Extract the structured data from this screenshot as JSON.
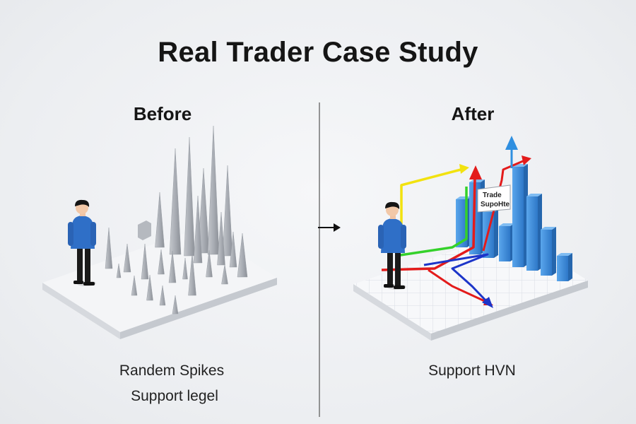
{
  "title": "Real Trader Case Study",
  "before": {
    "heading": "Before",
    "captions": [
      "Randem Spikes",
      "Support legel"
    ]
  },
  "after": {
    "heading": "After",
    "captions": [
      "Support HVN"
    ],
    "label_lines": [
      "Trade",
      "SupoHte"
    ]
  },
  "colors": {
    "spike": "#a9adb4",
    "bar": "#3f8fdc",
    "shirt": "#2f6fc7",
    "arrow_yellow": "#f2e20f",
    "arrow_green": "#34d12a",
    "arrow_red": "#e31b1b",
    "arrow_blue": "#1c35c9",
    "arrow_sky": "#2f8fe0"
  }
}
